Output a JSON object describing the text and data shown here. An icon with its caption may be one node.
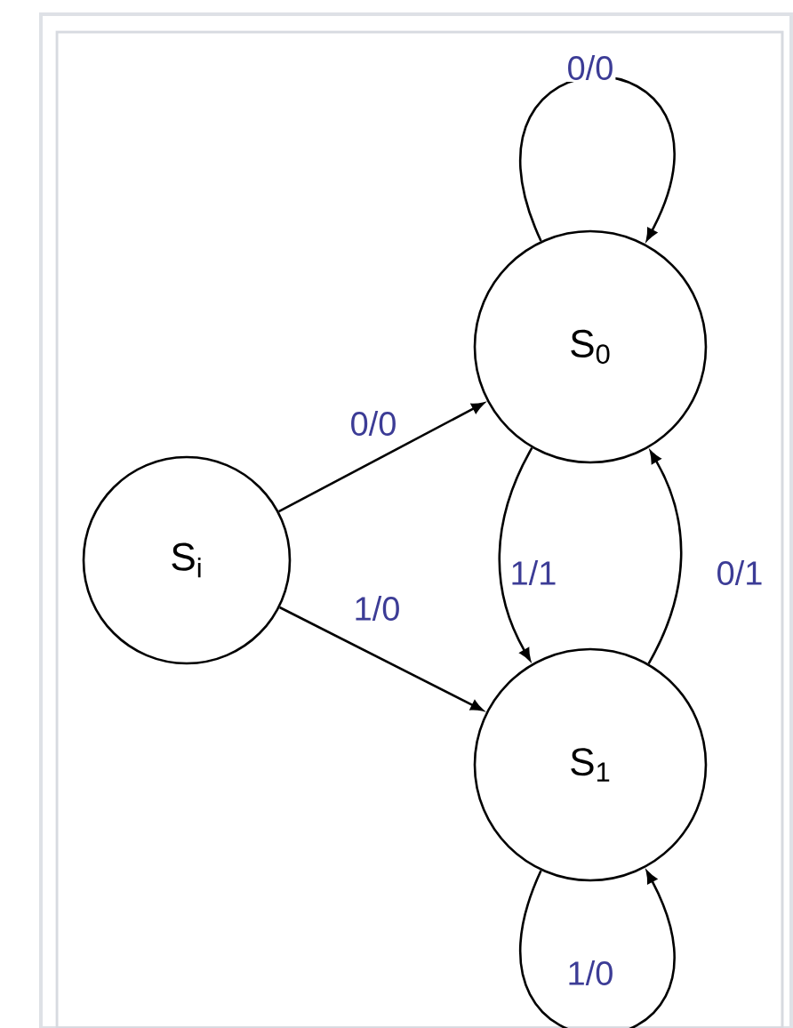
{
  "diagram": {
    "nodes": [
      {
        "text": [
          "S$_{i}$"
        ]
      },
      {
        "text": [
          "S$_{0}$"
        ]
      },
      {
        "text": [
          "S$_{1}$"
        ]
      }
    ],
    "edges": [
      {
        "from": 0,
        "to": 1,
        "arrow": "to",
        "label": "0/0"
      },
      {
        "from": 0,
        "to": 2,
        "arrow": "to",
        "label": "1/0"
      },
      {
        "from": 1,
        "to": 1,
        "arrow": "to",
        "label": "0/0"
      },
      {
        "from": 1,
        "to": 2,
        "arrow": "to",
        "label": "1/1"
      },
      {
        "from": 2,
        "to": 1,
        "arrow": "to",
        "label": "0/1"
      },
      {
        "from": 2,
        "to": 2,
        "arrow": "to",
        "label": "1/0"
      }
    ]
  }
}
